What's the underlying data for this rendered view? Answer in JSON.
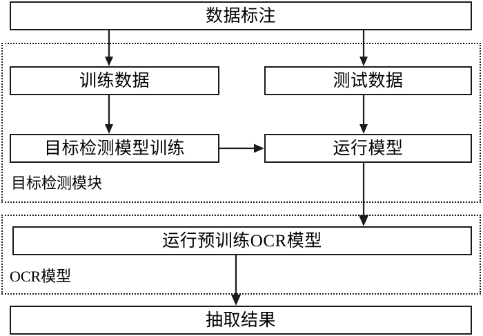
{
  "diagram": {
    "title_node": {
      "label": "数据标注"
    },
    "nodes": [
      {
        "id": "data-annotation",
        "label": "数据标注"
      },
      {
        "id": "training-data",
        "label": "训练数据"
      },
      {
        "id": "test-data",
        "label": "测试数据"
      },
      {
        "id": "detection-model-training",
        "label": "目标检测模型训练"
      },
      {
        "id": "run-model",
        "label": "运行模型"
      },
      {
        "id": "run-pretrained-ocr-model",
        "label": "运行预训练OCR模型"
      },
      {
        "id": "extraction-result",
        "label": "抽取结果"
      }
    ],
    "modules": [
      {
        "id": "object-detection-module",
        "label": "目标检测模块"
      },
      {
        "id": "ocr-module",
        "label": "OCR模型"
      }
    ],
    "edges": [
      {
        "from": "data-annotation",
        "to": "training-data",
        "direction": "down"
      },
      {
        "from": "data-annotation",
        "to": "test-data",
        "direction": "down"
      },
      {
        "from": "training-data",
        "to": "detection-model-training",
        "direction": "down"
      },
      {
        "from": "test-data",
        "to": "run-model",
        "direction": "down"
      },
      {
        "from": "detection-model-training",
        "to": "run-model",
        "direction": "right"
      },
      {
        "from": "run-model",
        "to": "run-pretrained-ocr-model",
        "direction": "down"
      },
      {
        "from": "run-pretrained-ocr-model",
        "to": "extraction-result",
        "direction": "down"
      }
    ],
    "colors": {
      "stroke": "#1a1a1a",
      "background": "#ffffff",
      "text": "#000000"
    }
  }
}
